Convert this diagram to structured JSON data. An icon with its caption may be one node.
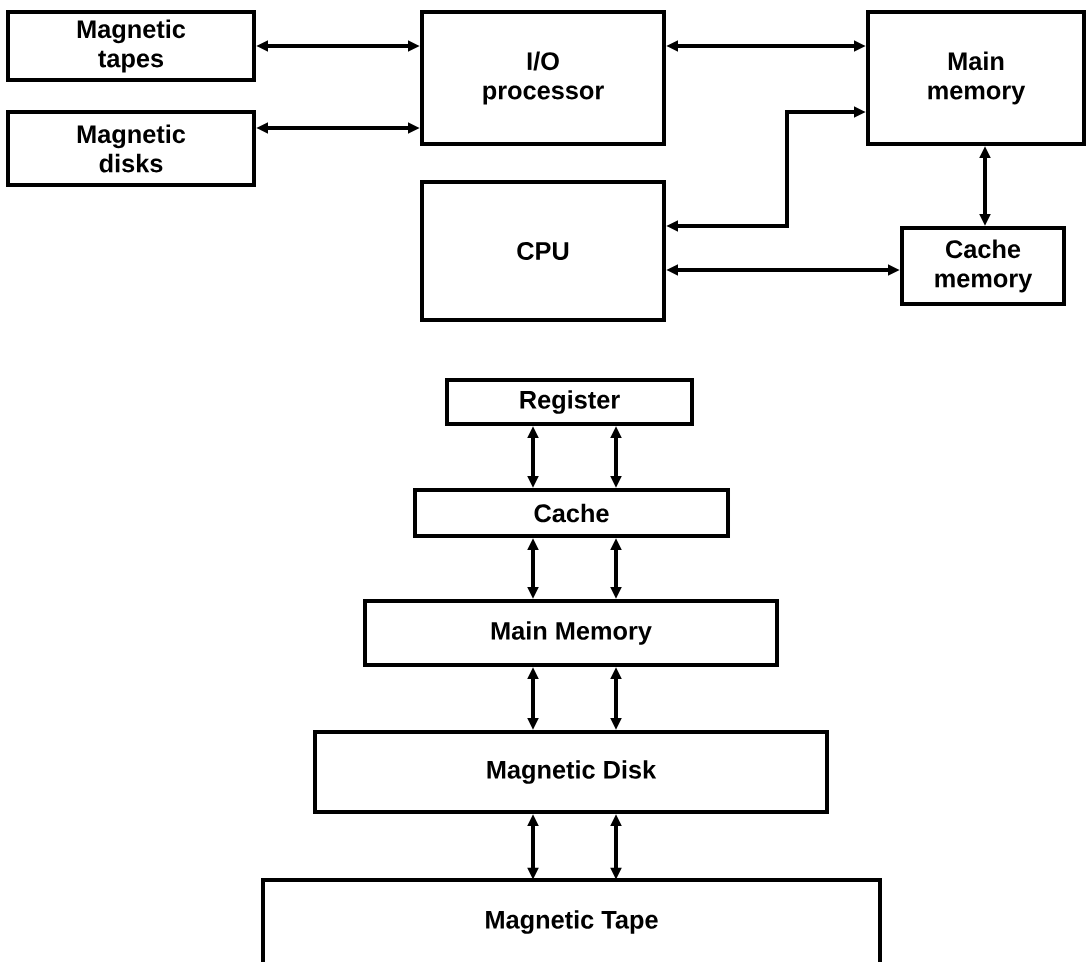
{
  "diagram": {
    "nodes": [
      {
        "text": [
          "Magnetic tapes"
        ]
      },
      {
        "text": [
          "Magnetic disks"
        ]
      },
      {
        "text": [
          "I/O processor"
        ]
      },
      {
        "text": [
          "Main memory"
        ]
      },
      {
        "text": [
          "CPU"
        ]
      },
      {
        "text": [
          "Cache memory"
        ]
      },
      {
        "text": [
          "Register"
        ]
      },
      {
        "text": [
          "Cache"
        ]
      },
      {
        "text": [
          "Main Memory"
        ]
      },
      {
        "text": [
          "Magnetic Disk"
        ]
      },
      {
        "text": [
          "Magnetic Tape"
        ]
      }
    ],
    "edges": [
      {
        "from": 0,
        "to": 2,
        "arrow": "both"
      },
      {
        "from": 1,
        "to": 2,
        "arrow": "both"
      },
      {
        "from": 2,
        "to": 3,
        "arrow": "both"
      },
      {
        "from": 4,
        "to": 3,
        "arrow": "both"
      },
      {
        "from": 4,
        "to": 5,
        "arrow": "both"
      },
      {
        "from": 3,
        "to": 5,
        "arrow": "both"
      },
      {
        "from": 6,
        "to": 7,
        "arrow": "both"
      },
      {
        "from": 6,
        "to": 7,
        "arrow": "both"
      },
      {
        "from": 7,
        "to": 8,
        "arrow": "both"
      },
      {
        "from": 7,
        "to": 8,
        "arrow": "both"
      },
      {
        "from": 8,
        "to": 9,
        "arrow": "both"
      },
      {
        "from": 8,
        "to": 9,
        "arrow": "both"
      },
      {
        "from": 9,
        "to": 10,
        "arrow": "both"
      },
      {
        "from": 9,
        "to": 10,
        "arrow": "both"
      }
    ]
  }
}
